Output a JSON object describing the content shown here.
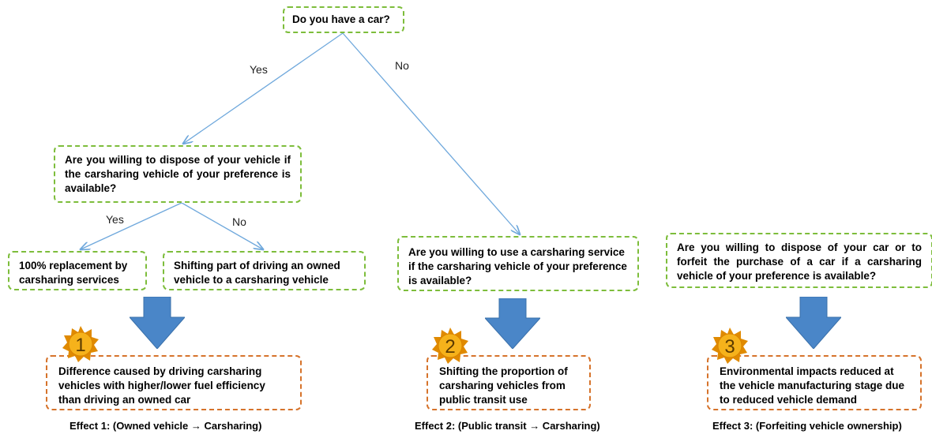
{
  "root_question": "Do you have a car?",
  "edge_yes_1": "Yes",
  "edge_no_1": "No",
  "q_dispose": "Are you willing to dispose of your vehicle if the carsharing vehicle of your preference is available?",
  "edge_yes_2": "Yes",
  "edge_no_2": "No",
  "out_replacement": "100% replacement by carsharing services",
  "out_shifting": "Shifting part of driving an owned vehicle to a carsharing vehicle",
  "q_use": "Are you willing to use a carsharing service if the carsharing vehicle of your preference is available?",
  "q_forfeit": "Are you willing to dispose of your car or to forfeit the purchase of a car if a carsharing vehicle of your preference is available?",
  "effects": [
    {
      "number": "1",
      "description": "Difference caused by driving carsharing vehicles with higher/lower fuel efficiency than driving an owned car",
      "caption": "Effect 1: (Owned vehicle → Carsharing)"
    },
    {
      "number": "2",
      "description": "Shifting the proportion of carsharing vehicles from public transit use",
      "caption": "Effect 2: (Public transit → Carsharing)"
    },
    {
      "number": "3",
      "description": "Environmental impacts reduced at the vehicle manufacturing stage due to reduced vehicle demand",
      "caption": "Effect 3: (Forfeiting vehicle ownership)"
    }
  ],
  "colors": {
    "decision_border": "#7dbd3b",
    "effect_border": "#d6732b",
    "connector": "#6fa8dc",
    "block_arrow": "#4a86c8",
    "badge_fill": "#f4b400"
  }
}
